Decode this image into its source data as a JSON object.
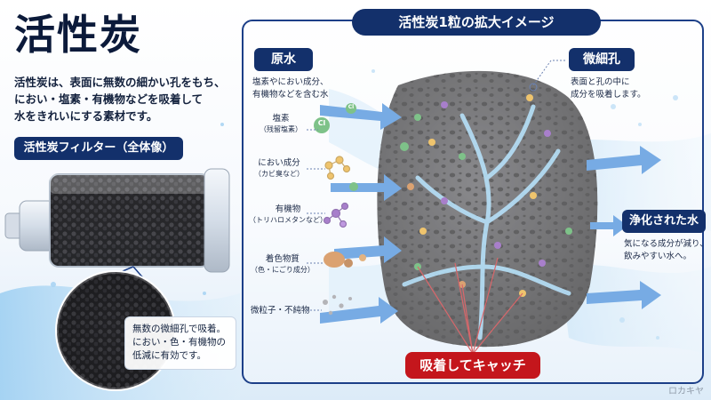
{
  "title": "活性炭",
  "description": [
    "活性炭は、表面に無数の細かい孔をもち、",
    "におい・塩素・有機物などを吸着して",
    "水をきれいにする素材です。"
  ],
  "filter_section": {
    "label": "活性炭フィルター（全体像）",
    "callout": [
      "無数の微細孔で吸着。",
      "におい・色・有機物の",
      "低減に有効です。"
    ]
  },
  "panel": {
    "title": "活性炭1粒の拡大イメージ",
    "raw_water": {
      "label": "原水",
      "desc": [
        "塩素やにおい成分、",
        "有機物などを含む水"
      ]
    },
    "micropores": {
      "label": "微細孔",
      "desc": [
        "表面と孔の中に",
        "成分を吸着します。"
      ]
    },
    "purified": {
      "label": "浄化された水",
      "desc": [
        "気になる成分が減り、",
        "飲みやすい水へ。"
      ]
    },
    "impurities": [
      {
        "name": "塩素",
        "sub": "（残留塩素）"
      },
      {
        "name": "におい成分",
        "sub": "（カビ臭など）"
      },
      {
        "name": "有機物",
        "sub": "（トリハロメタンなど）"
      },
      {
        "name": "着色物質",
        "sub": "（色・にごり成分）"
      },
      {
        "name": "微粒子・不純物",
        "sub": ""
      }
    ],
    "chlorine_symbol": "Cl",
    "catch_label": "吸着してキャッチ"
  },
  "watermark": "ロカキヤ",
  "colors": {
    "navy": "#13306b",
    "red": "#c4161c",
    "chlorine": "#3aa14a",
    "odor": "#e6a51f",
    "organic": "#7a3bb0",
    "color_matter": "#c87025",
    "water": "#6fb4e6"
  }
}
